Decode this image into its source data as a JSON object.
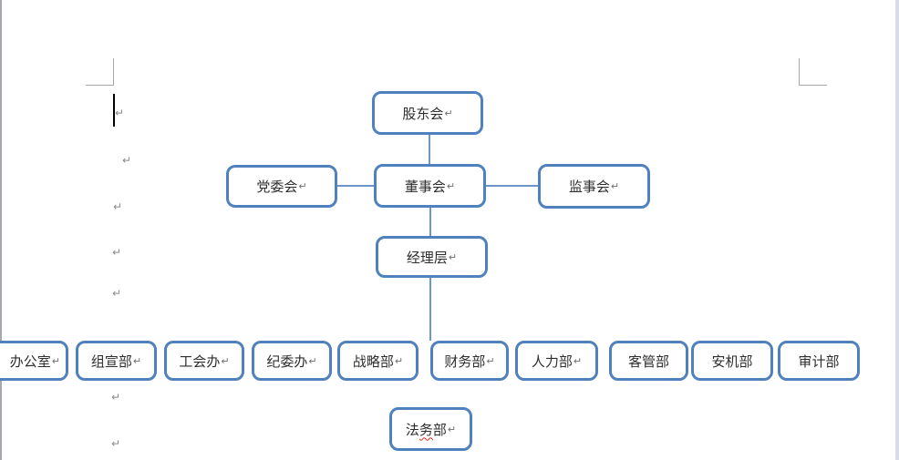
{
  "formatting": {
    "paragraph_mark": "↵"
  },
  "org": {
    "shareholders": "股东会",
    "party_committee": "党委会",
    "board": "董事会",
    "supervisory": "监事会",
    "management": "经理层",
    "departments": [
      "办公室",
      "组宣部",
      "工会办",
      "纪委办",
      "战略部",
      "财务部",
      "人力部",
      "客管部",
      "安机部",
      "审计部"
    ],
    "legal": {
      "pre": "法",
      "mis": "务",
      "post": "部"
    }
  },
  "colors": {
    "box_border": "#4f81bd",
    "connector": "#6e95c7",
    "text": "#2e2e2e",
    "formatting_mark": "#8c8c8c",
    "corner_mark": "#a6a6a6",
    "caret": "#000000",
    "spell_error": "#e02b20",
    "window_edge": "#a5a9ad",
    "right_strip": "#d6dde7"
  }
}
